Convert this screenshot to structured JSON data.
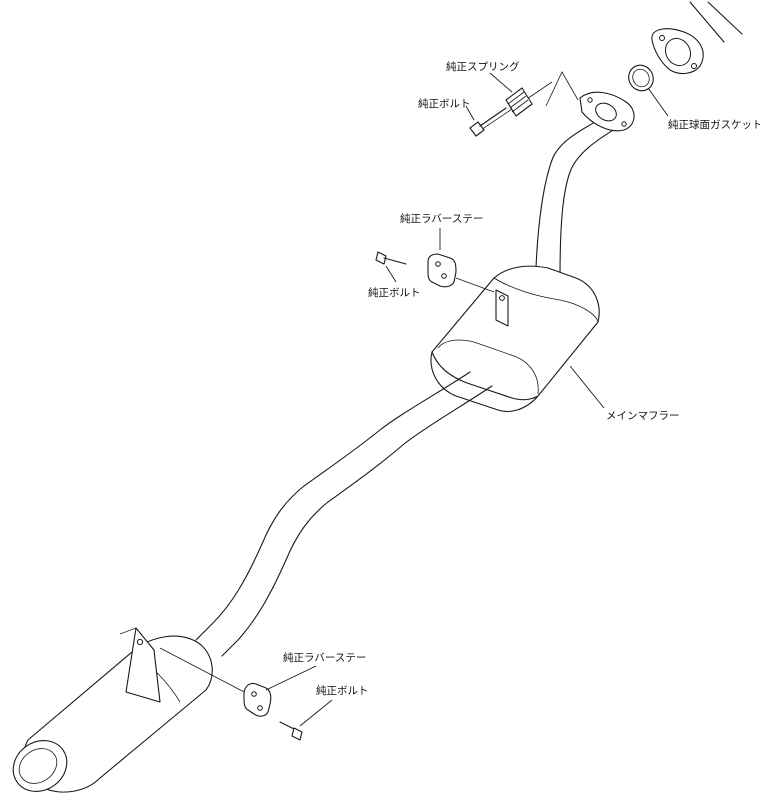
{
  "labels": {
    "spring": "純正スプリング",
    "bolt_upper": "純正ボルト",
    "gasket": "純正球面ガスケット",
    "rubber_stay_upper": "純正ラバーステー",
    "bolt_mid": "純正ボルト",
    "main_muffler": "メインマフラー",
    "rubber_stay_lower": "純正ラバーステー",
    "bolt_lower": "純正ボルト"
  },
  "colors": {
    "line": "#1a1a1a",
    "background": "#ffffff"
  }
}
